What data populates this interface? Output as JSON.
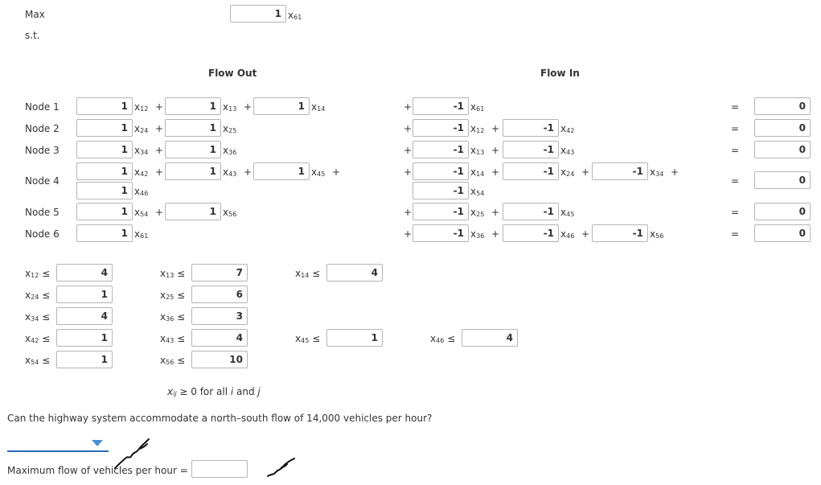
{
  "objective": {
    "sense_label": "Max",
    "st_label": "s.t.",
    "coef": "1",
    "var": "x",
    "sub": "61"
  },
  "headers": {
    "flow_out": "Flow Out",
    "flow_in": "Flow In"
  },
  "symbols": {
    "plus": "+",
    "equals": "=",
    "le": "≤"
  },
  "nodes": [
    {
      "label": "Node 1",
      "rhs": "0"
    },
    {
      "label": "Node 2",
      "rhs": "0"
    },
    {
      "label": "Node 3",
      "rhs": "0"
    },
    {
      "label": "Node 4",
      "rhs": "0"
    },
    {
      "label": "Node 5",
      "rhs": "0"
    },
    {
      "label": "Node 6",
      "rhs": "0"
    }
  ],
  "out_terms": [
    {
      "coef": "1",
      "var": "x",
      "sub": "12"
    },
    {
      "coef": "1",
      "var": "x",
      "sub": "13"
    },
    {
      "coef": "1",
      "var": "x",
      "sub": "14"
    },
    {
      "coef": "1",
      "var": "x",
      "sub": "24"
    },
    {
      "coef": "1",
      "var": "x",
      "sub": "25"
    },
    {
      "coef": "1",
      "var": "x",
      "sub": "34"
    },
    {
      "coef": "1",
      "var": "x",
      "sub": "36"
    },
    {
      "coef": "1",
      "var": "x",
      "sub": "42"
    },
    {
      "coef": "1",
      "var": "x",
      "sub": "43"
    },
    {
      "coef": "1",
      "var": "x",
      "sub": "45"
    },
    {
      "coef": "1",
      "var": "x",
      "sub": "46"
    },
    {
      "coef": "1",
      "var": "x",
      "sub": "54"
    },
    {
      "coef": "1",
      "var": "x",
      "sub": "56"
    },
    {
      "coef": "1",
      "var": "x",
      "sub": "61"
    }
  ],
  "in_terms": [
    {
      "coef": "-1",
      "var": "x",
      "sub": "61"
    },
    {
      "coef": "-1",
      "var": "x",
      "sub": "12"
    },
    {
      "coef": "-1",
      "var": "x",
      "sub": "42"
    },
    {
      "coef": "-1",
      "var": "x",
      "sub": "13"
    },
    {
      "coef": "-1",
      "var": "x",
      "sub": "43"
    },
    {
      "coef": "-1",
      "var": "x",
      "sub": "14"
    },
    {
      "coef": "-1",
      "var": "x",
      "sub": "24"
    },
    {
      "coef": "-1",
      "var": "x",
      "sub": "34"
    },
    {
      "coef": "-1",
      "var": "x",
      "sub": "54"
    },
    {
      "coef": "-1",
      "var": "x",
      "sub": "25"
    },
    {
      "coef": "-1",
      "var": "x",
      "sub": "45"
    },
    {
      "coef": "-1",
      "var": "x",
      "sub": "36"
    },
    {
      "coef": "-1",
      "var": "x",
      "sub": "46"
    },
    {
      "coef": "-1",
      "var": "x",
      "sub": "56"
    }
  ],
  "bounds": [
    {
      "var": "x",
      "sub": "12",
      "value": "4"
    },
    {
      "var": "x",
      "sub": "13",
      "value": "7"
    },
    {
      "var": "x",
      "sub": "14",
      "value": "4"
    },
    {
      "var": "x",
      "sub": "24",
      "value": "1"
    },
    {
      "var": "x",
      "sub": "25",
      "value": "6"
    },
    {
      "var": "x",
      "sub": "34",
      "value": "4"
    },
    {
      "var": "x",
      "sub": "36",
      "value": "3"
    },
    {
      "var": "x",
      "sub": "42",
      "value": "1"
    },
    {
      "var": "x",
      "sub": "43",
      "value": "4"
    },
    {
      "var": "x",
      "sub": "45",
      "value": "1"
    },
    {
      "var": "x",
      "sub": "46",
      "value": "4"
    },
    {
      "var": "x",
      "sub": "54",
      "value": "1"
    },
    {
      "var": "x",
      "sub": "56",
      "value": "10"
    }
  ],
  "nonneg": {
    "var": "x",
    "sub": "ij",
    "text": " ≥ 0 for all ",
    "i": "i",
    "and": " and ",
    "j": "j"
  },
  "question": "Can the highway system accommodate a north–south flow of 14,000 vehicles per hour?",
  "dropdown": {
    "selected": ""
  },
  "answer": {
    "label": "Maximum flow of vehicles per hour",
    "eq": "=",
    "value": ""
  }
}
